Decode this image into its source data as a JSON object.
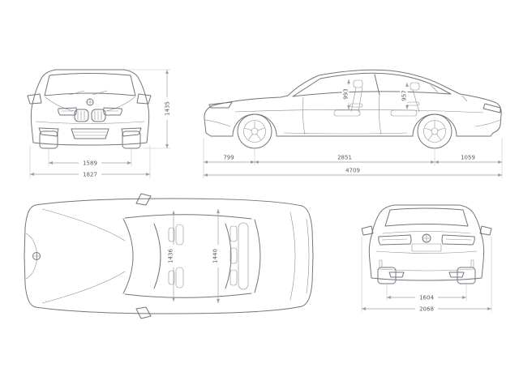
{
  "views": {
    "front": {
      "dims": {
        "track": "1589",
        "overall_width": "1827",
        "overall_height": "1435"
      }
    },
    "side": {
      "dims": {
        "front_overhang": "799",
        "wheelbase": "2851",
        "rear_overhang": "1059",
        "overall_length": "4709",
        "front_headroom": "993",
        "rear_headroom": "957"
      }
    },
    "top": {
      "dims": {
        "front_interior_width": "1436",
        "rear_interior_width": "1440"
      }
    },
    "rear": {
      "dims": {
        "track": "1604",
        "width_incl_mirrors": "2068"
      }
    }
  }
}
